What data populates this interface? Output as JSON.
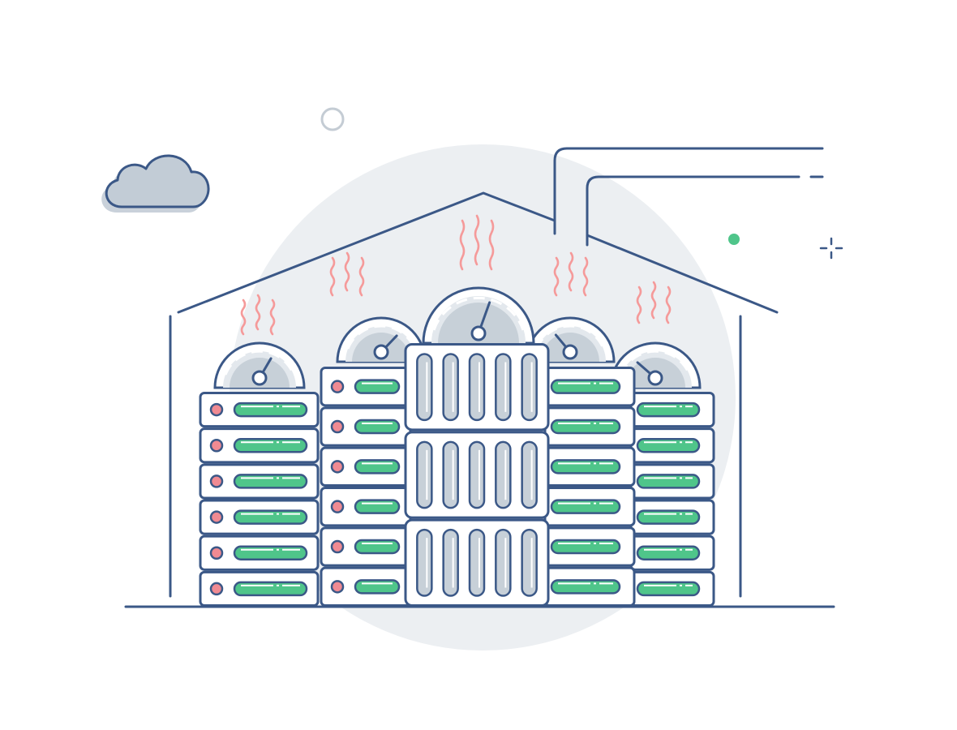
{
  "palette": {
    "background": "#ffffff",
    "outline": "#3b5887",
    "backdrop_circle": "#eceff2",
    "cloud_fill": "#c2ccd6",
    "cloud_shadow": "#c9d1da",
    "panel_fill": "#ffffff",
    "led_red": "#f08a92",
    "bar_green": "#4fc58a",
    "gauge_fill": "#c7d0d8",
    "gauge_light": "#e3e8ed",
    "heat_wave": "#f59a9a",
    "accent_dot_green": "#4fc58a",
    "small_ring": "#c4ccd4"
  },
  "illustration": {
    "subject": "data-center",
    "decor": [
      "cloud-icon",
      "ring-icon",
      "sparkle-icon",
      "green-dot-icon"
    ],
    "tower_count": 5,
    "heat_wave_groups": 5
  },
  "towers": [
    {
      "name": "tower-left-outer",
      "units": 6,
      "gauge_level": 0.65
    },
    {
      "name": "tower-left-inner",
      "units": 6,
      "gauge_level": 0.72
    },
    {
      "name": "tower-center",
      "units": 3,
      "gauge_level": 0.6
    },
    {
      "name": "tower-right-inner",
      "units": 6,
      "gauge_level": 0.3
    },
    {
      "name": "tower-right-outer",
      "units": 6,
      "gauge_level": 0.25
    }
  ]
}
